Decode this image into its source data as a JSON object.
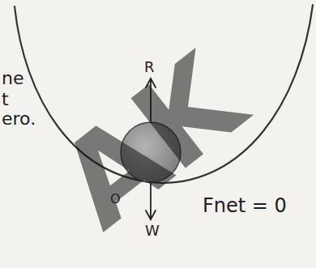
{
  "diagram": {
    "labels": [
      "ne",
      "t",
      "ero.",
      "R",
      "W",
      "O",
      "Fnet = 0",
      "AK"
    ]
  }
}
